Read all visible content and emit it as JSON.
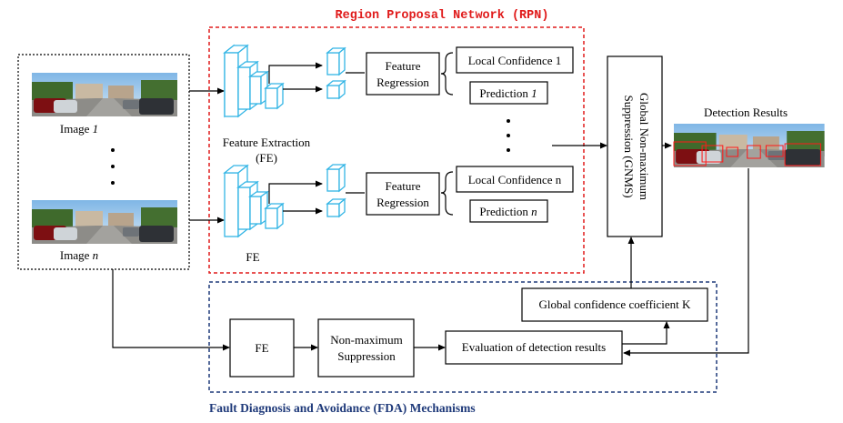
{
  "rpn": {
    "title": "Region Proposal Network (RPN)",
    "border_color": "#e01b1b"
  },
  "fda": {
    "title": "Fault Diagnosis and Avoidance (FDA) Mechanisms",
    "border_color": "#1f3a7a"
  },
  "inputs": {
    "image1_label": "Image ",
    "image1_index": "1",
    "imagen_label": "Image ",
    "imagen_index": "n"
  },
  "fe": {
    "top_label_line1": "Feature Extraction",
    "top_label_line2": "(FE)",
    "bottom_label": "FE",
    "color": "#33b5e5"
  },
  "branches": {
    "feature_regression_top_line1": "Feature",
    "feature_regression_top_line2": "Regression",
    "feature_regression_bottom_line1": "Feature",
    "feature_regression_bottom_line2": "Regression",
    "local_conf_1": "Local Confidence 1",
    "prediction_1_label": "Prediction ",
    "prediction_1_index": "1",
    "local_conf_n": "Local Confidence n",
    "prediction_n_label": "Prediction ",
    "prediction_n_index": "n"
  },
  "gnms": {
    "line1": "Global Non-maximum",
    "line2": "Suppression (GNMS)"
  },
  "output": {
    "label": "Detection Results"
  },
  "fda_blocks": {
    "fe": "FE",
    "nms_line1": "Non-maximum",
    "nms_line2": "Suppression",
    "evaluation": "Evaluation of detection results",
    "global_conf": "Global confidence coefficient K"
  }
}
